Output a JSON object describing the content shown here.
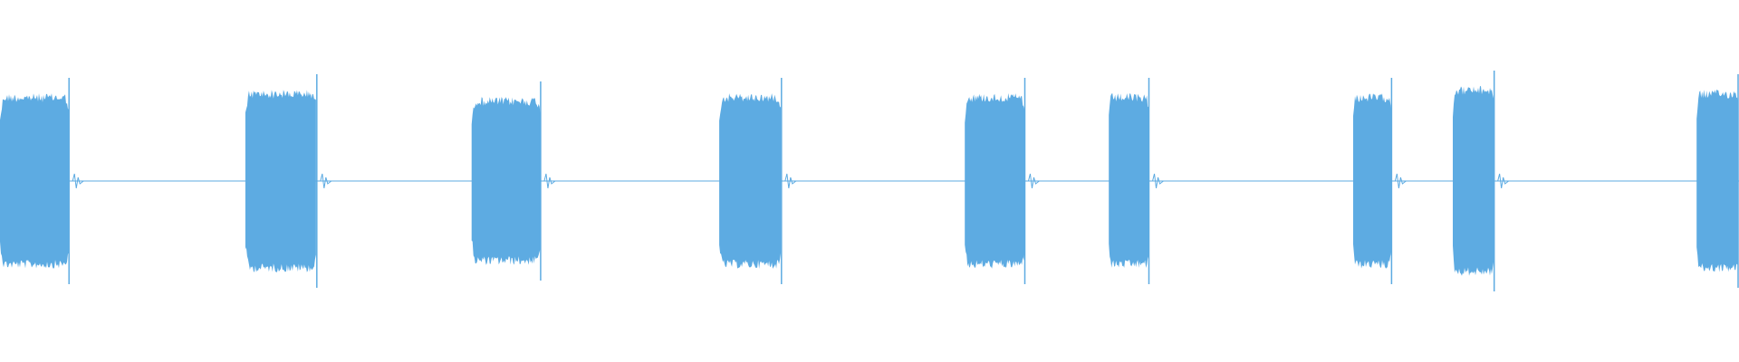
{
  "waveform": {
    "color": "#5DABE2",
    "background": "#FFFFFF",
    "bursts": [
      {
        "start": 0.0,
        "end": 0.0397,
        "amplitude": 0.23
      },
      {
        "start": 0.1411,
        "end": 0.1822,
        "amplitude": 0.24
      },
      {
        "start": 0.2712,
        "end": 0.3109,
        "amplitude": 0.22
      },
      {
        "start": 0.4136,
        "end": 0.4494,
        "amplitude": 0.23
      },
      {
        "start": 0.5548,
        "end": 0.5893,
        "amplitude": 0.23
      },
      {
        "start": 0.6376,
        "end": 0.6607,
        "amplitude": 0.23
      },
      {
        "start": 0.7781,
        "end": 0.8002,
        "amplitude": 0.23
      },
      {
        "start": 0.8354,
        "end": 0.8592,
        "amplitude": 0.25
      },
      {
        "start": 0.9756,
        "end": 1.0,
        "amplitude": 0.24
      }
    ],
    "silence_amplitude": 0.003
  }
}
